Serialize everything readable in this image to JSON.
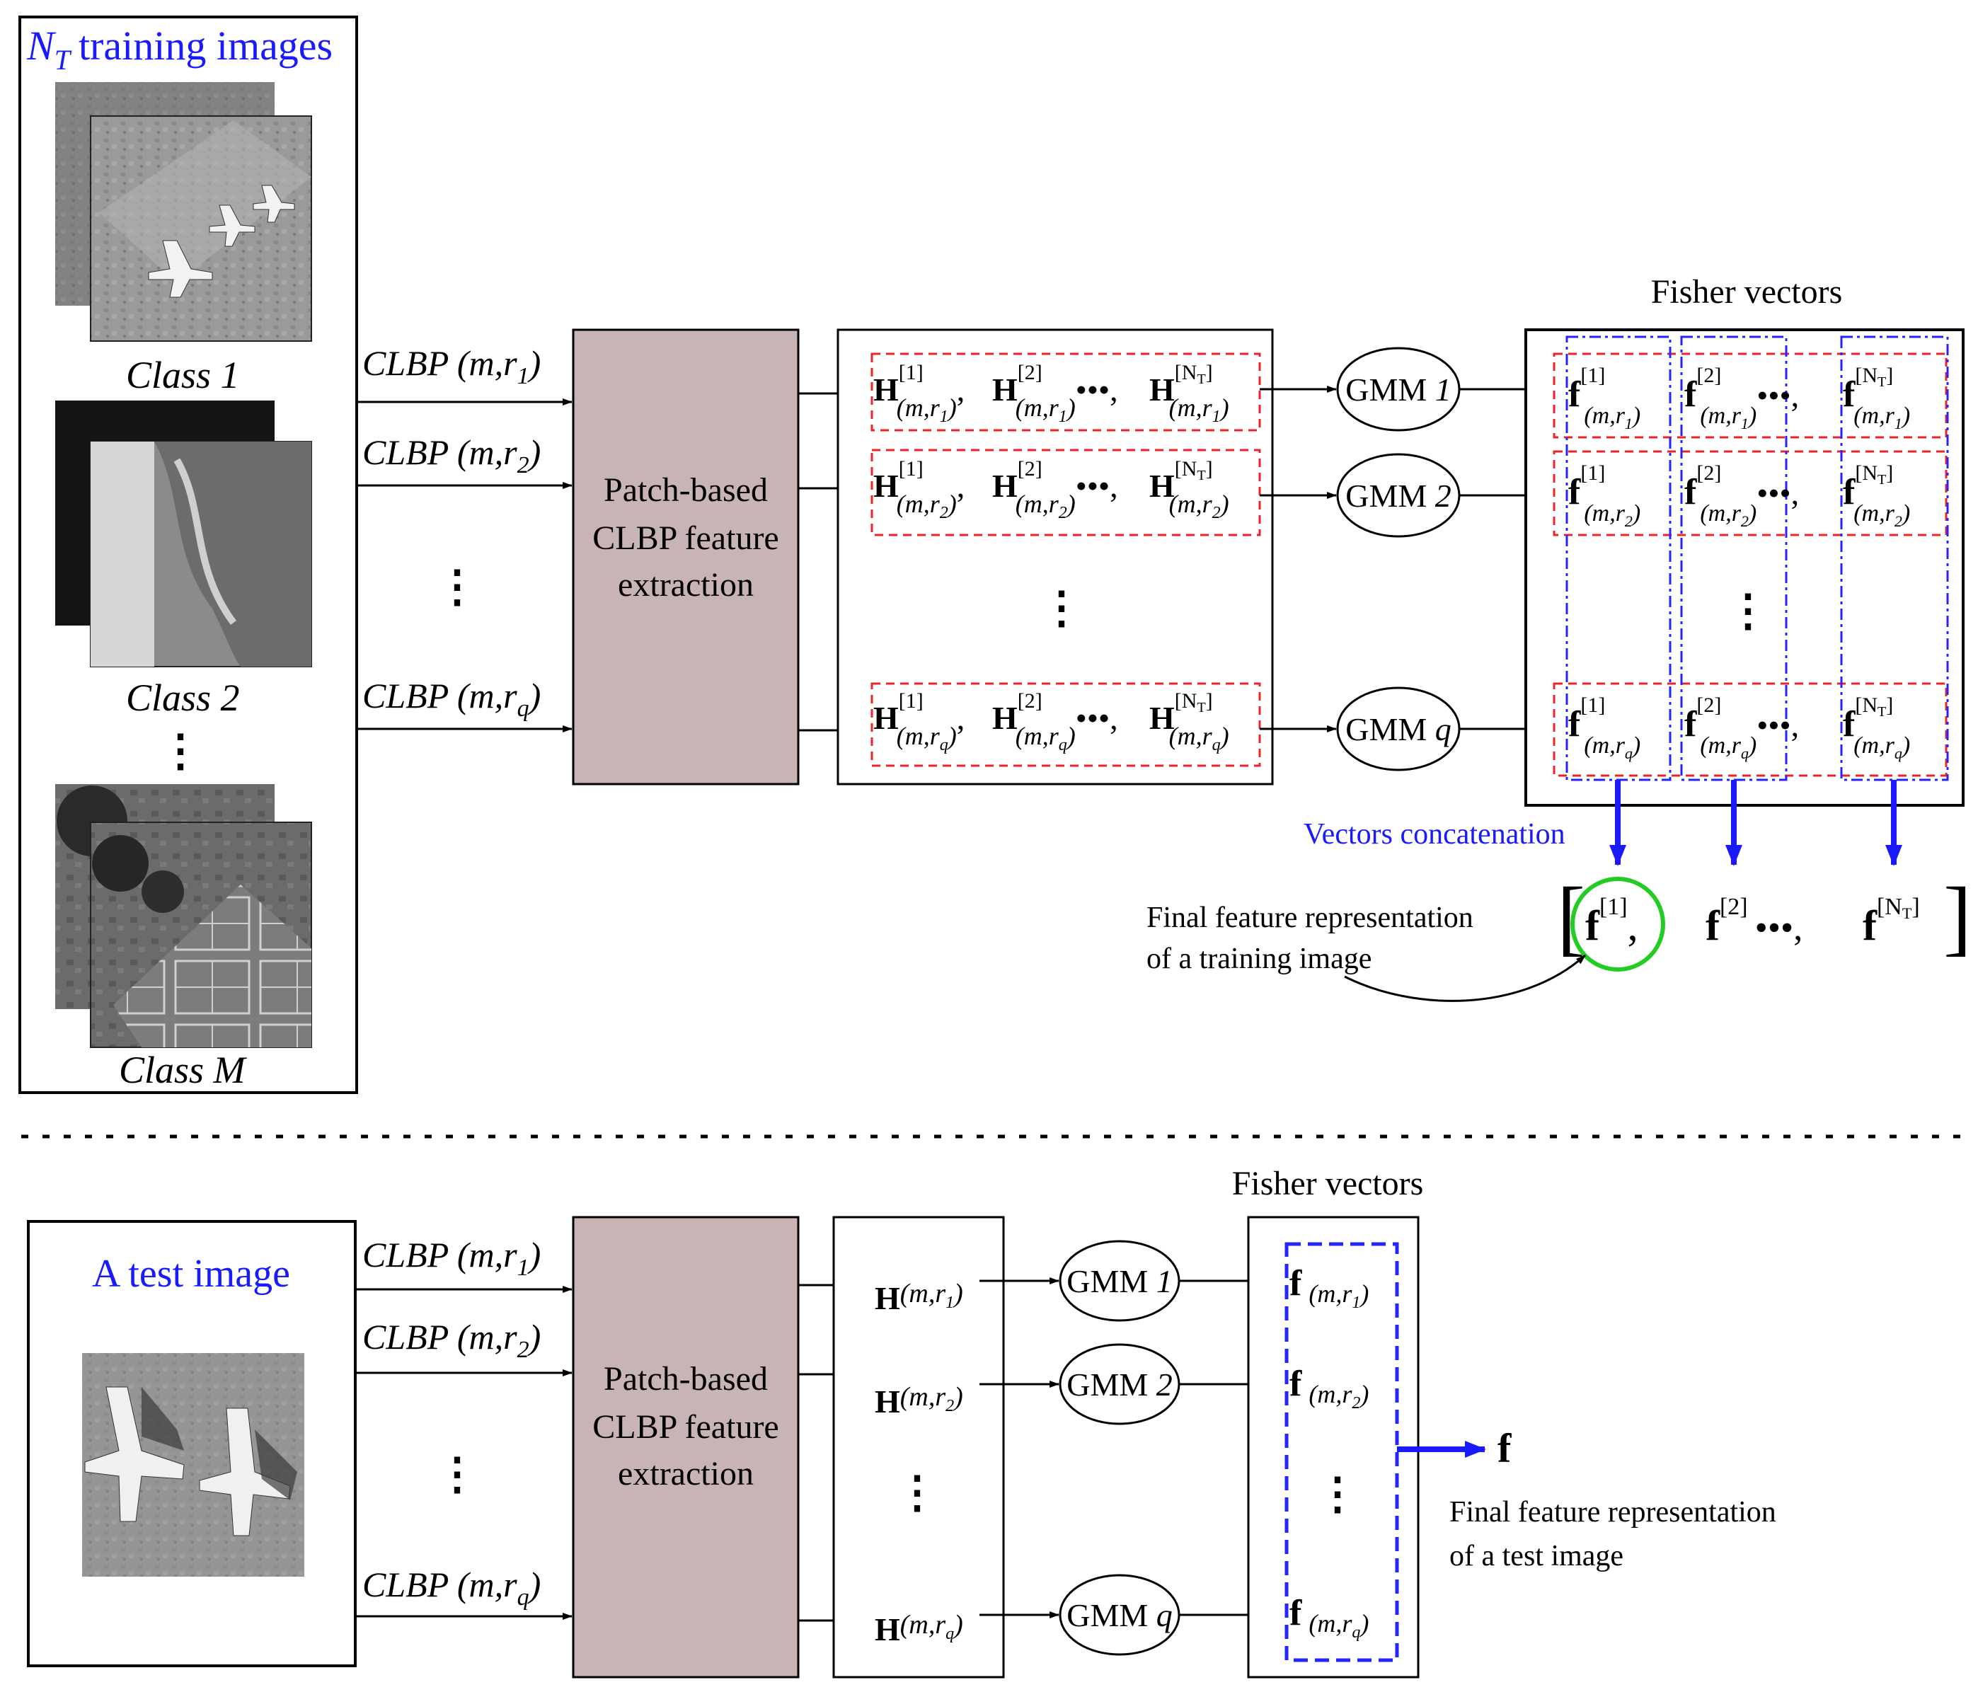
{
  "training": {
    "title_sym": "N",
    "title_sub": "T",
    "title_rest": "training images",
    "classes": [
      "Class 1",
      "Class 2",
      "Class M"
    ],
    "vdots": "⋮"
  },
  "clbp": {
    "prefix": "CLBP (m,r",
    "suffixes": [
      "1",
      "2",
      "q"
    ],
    "close": ")"
  },
  "patch_box": {
    "line1": "Patch-based",
    "line2": "CLBP feature",
    "line3": "extraction"
  },
  "hist": {
    "symbol": "H",
    "sup1": "[1]",
    "sup2": "[2]",
    "supN": "[N",
    "supN_sub": "T",
    "supN_close": "]",
    "sub_prefix": "(m,r",
    "sub_close": ")",
    "ellipsis": "•••",
    "rows": [
      "1",
      "2",
      "q"
    ]
  },
  "gmm": {
    "prefix": "GMM",
    "labels": [
      "1",
      "2",
      "q"
    ]
  },
  "fisher": {
    "title_train": "Fisher vectors",
    "title_test": "Fisher vectors",
    "symbol": "f"
  },
  "concat": {
    "label": "Vectors concatenation",
    "left_bracket": "[",
    "right_bracket": "]",
    "item1_sup": "[1]",
    "item2_sup": "[2]",
    "itemN_sup": "[N",
    "itemN_sub": "T",
    "itemN_close": "]",
    "comma": ",",
    "ellipsis": "•••,"
  },
  "final_train": {
    "line1": "Final feature representation",
    "line2": "of a training image"
  },
  "test": {
    "title": "A test image"
  },
  "final_test": {
    "symbol": "f",
    "line1": "Final feature representation",
    "line2": "of a test image"
  },
  "colors": {
    "patch_fill": "#c8b4b4",
    "red_dash": "#e8262a",
    "blue_dash": "#2525ff",
    "blue_text": "#1a1aff",
    "green_circle": "#22cc22"
  }
}
